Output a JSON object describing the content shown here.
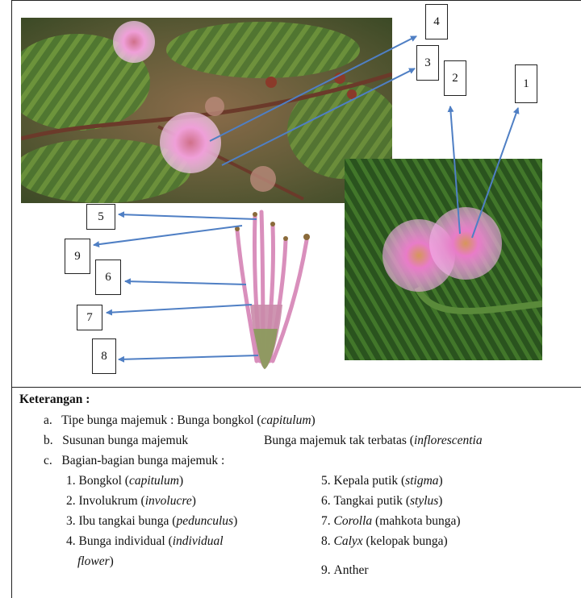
{
  "labels": [
    "1",
    "2",
    "3",
    "4",
    "5",
    "6",
    "7",
    "8",
    "9"
  ],
  "legend": {
    "title": "Keterangan :",
    "a_marker": "a.",
    "a_text": "Tipe bunga majemuk : Bunga bongkol (",
    "a_italic": "capitulum",
    "a_close": ")",
    "b_marker": "b.",
    "b_text": "Susunan bunga majemuk",
    "b_value": "Bunga majemuk tak terbatas (",
    "b_italic": "inflorescentia",
    "c_marker": "c.",
    "c_text": "Bagian-bagian bunga majemuk :",
    "parts_left": [
      {
        "num": "1.",
        "text": "Bongkol (",
        "italic": "capitulum",
        "close": ")"
      },
      {
        "num": "2.",
        "text": "Involukrum  (",
        "italic": "involucre",
        "close": ")"
      },
      {
        "num": "3.",
        "text": "Ibu tangkai bunga (",
        "italic": "pedunculus",
        "close": ")"
      },
      {
        "num": "4.",
        "text": "Bunga individual (",
        "italic": "individual",
        "close": ""
      }
    ],
    "part4_cont_italic": "flower",
    "part4_cont_close": ")",
    "parts_right": [
      {
        "num": "5.",
        "text": "Kepala putik (",
        "italic": "stigma",
        "close": ")"
      },
      {
        "num": "6.",
        "text": "Tangkai putik (",
        "italic": "stylus",
        "close": ")"
      },
      {
        "num": "7.",
        "text": "",
        "italic": "Corolla",
        "close": "  (mahkota bunga)"
      },
      {
        "num": "8.",
        "text": "",
        "italic": "Calyx",
        "close": " (kelopak bunga)"
      },
      {
        "num": "9.",
        "text": "Anther",
        "italic": "",
        "close": ""
      }
    ]
  },
  "colors": {
    "arrow": "#4f7fc4",
    "leaf_dark": "#2f5a22",
    "leaf_light": "#6f9a3c",
    "flower": "#e79ad8",
    "flower_center": "#d98a6c"
  }
}
